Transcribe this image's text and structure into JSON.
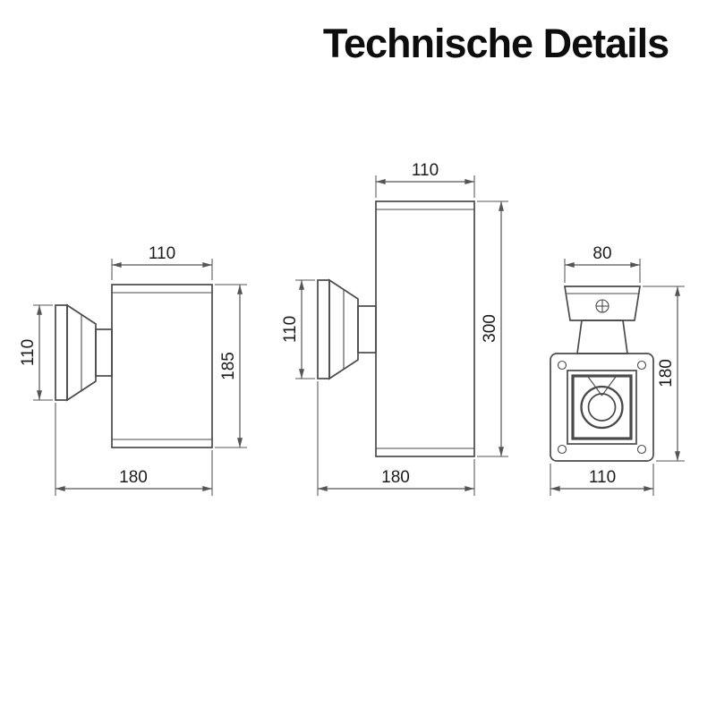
{
  "title": "Technische Details",
  "drawings": {
    "left_lamp": {
      "view": "single-head-wall-light-side-view",
      "dim_top": "110",
      "dim_left": "110",
      "dim_right": "185",
      "dim_bottom": "180"
    },
    "middle_lamp": {
      "view": "up-down-wall-light-side-view",
      "dim_top": "110",
      "dim_left": "110",
      "dim_right": "300",
      "dim_bottom": "180"
    },
    "right_lamp": {
      "view": "wall-light-front-view",
      "dim_top": "80",
      "dim_right": "180",
      "dim_bottom": "110"
    }
  },
  "colors": {
    "object_line": "#4a4a4a",
    "dimension_line": "#555555",
    "text": "#1c1c1c",
    "background": "#ffffff"
  }
}
